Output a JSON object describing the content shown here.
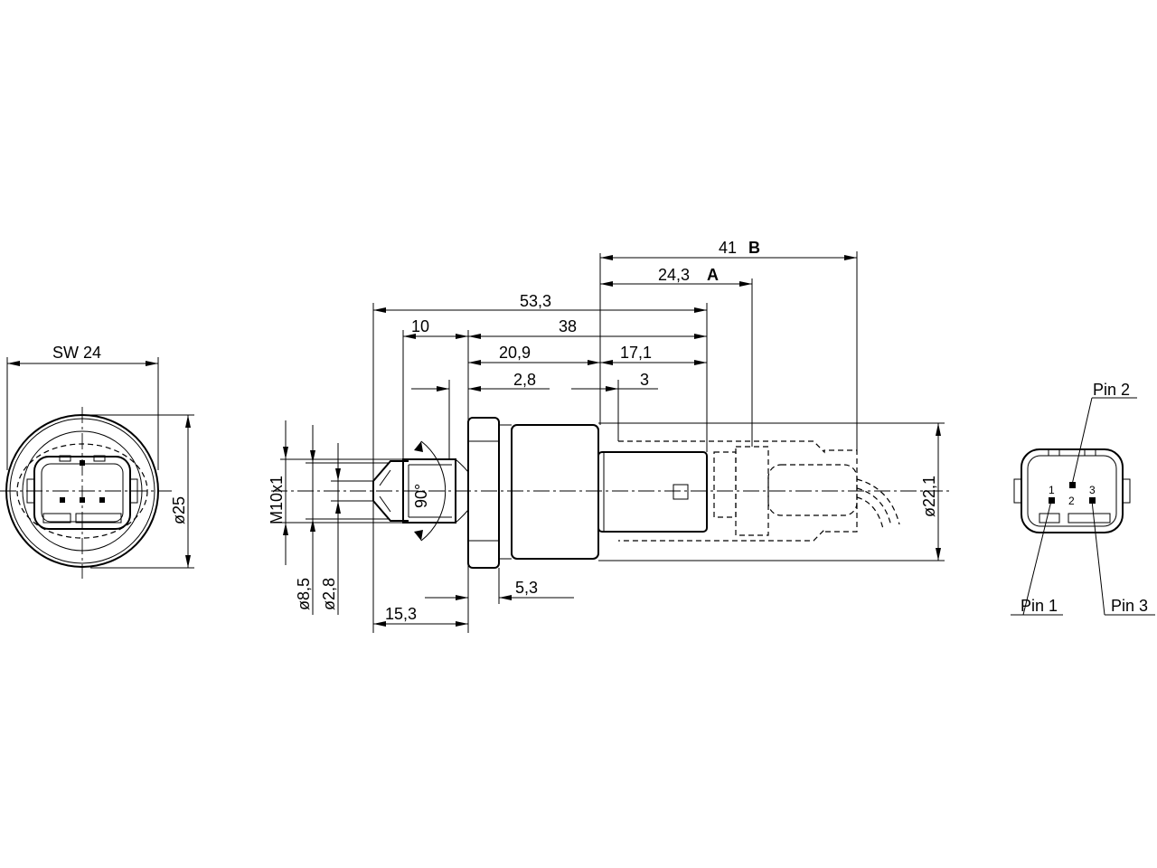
{
  "drawing": {
    "left_view": {
      "sw_label": "SW 24",
      "diameter_label": "ø25"
    },
    "side_view": {
      "dim_41": "41",
      "dim_b": "B",
      "dim_24_3": "24,3",
      "dim_a": "A",
      "dim_53_3": "53,3",
      "dim_10": "10",
      "dim_38": "38",
      "dim_20_9": "20,9",
      "dim_17_1": "17,1",
      "dim_2_8_top": "2,8",
      "dim_3": "3",
      "thread": "M10x1",
      "angle": "90°",
      "dia_8_5": "ø8,5",
      "dia_2_8": "ø2,8",
      "dim_5_3": "5,3",
      "dim_15_3": "15,3",
      "dia_22_1": "ø22,1"
    },
    "connector_view": {
      "pin1_label": "Pin 1",
      "pin2_label": "Pin 2",
      "pin3_label": "Pin 3",
      "pin1_num": "1",
      "pin2_num": "2",
      "pin3_num": "3"
    }
  }
}
